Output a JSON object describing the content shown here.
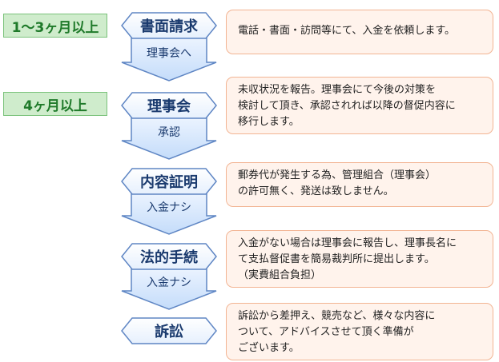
{
  "periods": [
    {
      "label": "1〜3ヶ月以上"
    },
    {
      "label": "4ヶ月以上"
    }
  ],
  "stages": [
    {
      "title": "書面請求",
      "arrow_label": "理事会へ",
      "note": "電話・書面・訪問等にて、入金を依頼します。"
    },
    {
      "title": "理事会",
      "arrow_label": "承認",
      "note": "未収状況を報告。理事会にて今後の対策を\n検討して頂き、承認されれば以降の督促内容に\n移行します。"
    },
    {
      "title": "内容証明",
      "arrow_label": "入金ナシ",
      "note": "郵券代が発生する為、管理組合（理事会）\nの許可無く、発送は致しません。"
    },
    {
      "title": "法的手続",
      "arrow_label": "入金ナシ",
      "note": "入金がない場合は理事会に報告し、理事長名に\nて支払督促書を簡易裁判所に提出します。\n（実費組合負担）"
    },
    {
      "title": "訴訟",
      "arrow_label": "",
      "note": "訴訟から差押え、競売など、様々な内容に\nついて、アドバイスさせて頂く準備が\nございます。"
    }
  ],
  "colors": {
    "stage_fill": "#ffffff",
    "stage_stroke": "#5f86c4",
    "arrow_fill_top": "#eef5ff",
    "arrow_fill_bottom": "#c4dcfa",
    "note_fill": "#fff3ec",
    "note_border": "#f2b493",
    "period_fill": "#cfeccc"
  }
}
